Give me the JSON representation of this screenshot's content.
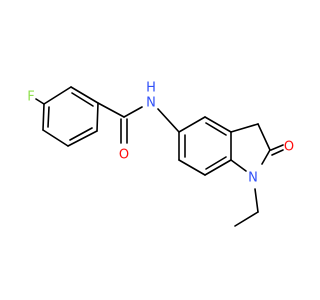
{
  "molecule": {
    "atoms": {
      "fluorine": "F",
      "carbonyl_oxygen": "O",
      "amide_nitrogen": "N",
      "amide_hydrogen": "H",
      "ring_nitrogen": "N",
      "lactam_oxygen": "O"
    },
    "colors": {
      "bond": "#000000",
      "fluorine": "#90E050",
      "oxygen": "#FF0D0D",
      "nitrogen": "#3050F8"
    }
  }
}
